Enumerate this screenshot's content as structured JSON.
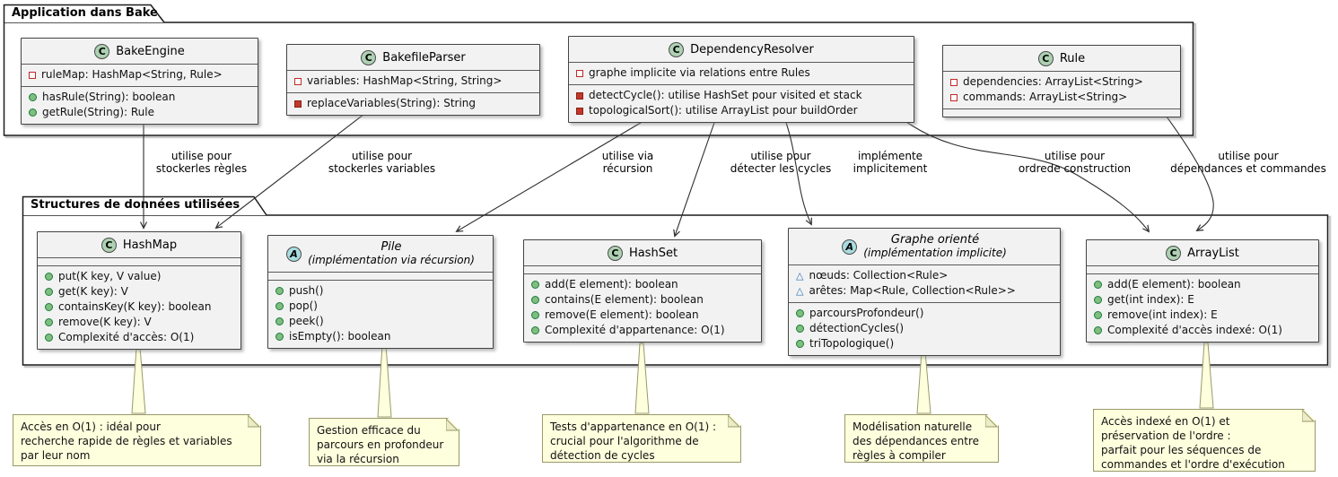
{
  "colors": {
    "class_bg": "#F2F2F2",
    "class_border": "#434343",
    "class_circle_bg": "#ADD1B2",
    "abstract_circle_bg": "#A9DCDF",
    "note_bg": "#FEFFDD",
    "note_border": "#99996A",
    "public_icon": "#7FBE7F",
    "private_icon": "#C0392B",
    "package_field_icon": "#2C72B0",
    "edge_line": "#2F2F2F"
  },
  "packages": [
    {
      "title": "Application dans Bake"
    },
    {
      "title": "Structures de données utilisées"
    }
  ],
  "classes": {
    "bakeengine": {
      "stereo": "C",
      "name": "BakeEngine",
      "attrs": [
        {
          "vis": "private-field",
          "text": "ruleMap: HashMap<String, Rule>"
        }
      ],
      "methods": [
        {
          "vis": "public-method",
          "text": "hasRule(String): boolean"
        },
        {
          "vis": "public-method",
          "text": "getRule(String): Rule"
        }
      ]
    },
    "bakefileparser": {
      "stereo": "C",
      "name": "BakefileParser",
      "attrs": [
        {
          "vis": "private-field",
          "text": "variables: HashMap<String, String>"
        }
      ],
      "methods": [
        {
          "vis": "private-method",
          "text": "replaceVariables(String): String"
        }
      ]
    },
    "dependencyresolver": {
      "stereo": "C",
      "name": "DependencyResolver",
      "attrs": [
        {
          "vis": "private-field",
          "text": "graphe implicite via relations entre Rules"
        }
      ],
      "methods": [
        {
          "vis": "private-method",
          "text": "detectCycle(): utilise HashSet pour visited et stack"
        },
        {
          "vis": "private-method",
          "text": "topologicalSort(): utilise ArrayList pour buildOrder"
        }
      ]
    },
    "rule": {
      "stereo": "C",
      "name": "Rule",
      "attrs": [
        {
          "vis": "private-field",
          "text": "dependencies: ArrayList<String>"
        },
        {
          "vis": "private-field",
          "text": "commands: ArrayList<String>"
        }
      ],
      "methods": []
    },
    "hashmap": {
      "stereo": "C",
      "name": "HashMap",
      "attrs": [],
      "methods": [
        {
          "vis": "public-method",
          "text": "put(K key, V value)"
        },
        {
          "vis": "public-method",
          "text": "get(K key): V"
        },
        {
          "vis": "public-method",
          "text": "containsKey(K key): boolean"
        },
        {
          "vis": "public-method",
          "text": "remove(K key): V"
        },
        {
          "vis": "public-method",
          "text": "Complexité d'accès: O(1)"
        }
      ]
    },
    "pile": {
      "stereo": "A",
      "name": "Pile",
      "subtitle": "(implémentation via récursion)",
      "attrs": [],
      "methods": [
        {
          "vis": "public-method",
          "text": "push()"
        },
        {
          "vis": "public-method",
          "text": "pop()"
        },
        {
          "vis": "public-method",
          "text": "peek()"
        },
        {
          "vis": "public-method",
          "text": "isEmpty(): boolean"
        }
      ]
    },
    "hashset": {
      "stereo": "C",
      "name": "HashSet",
      "attrs": [],
      "methods": [
        {
          "vis": "public-method",
          "text": "add(E element): boolean"
        },
        {
          "vis": "public-method",
          "text": "contains(E element): boolean"
        },
        {
          "vis": "public-method",
          "text": "remove(E element): boolean"
        },
        {
          "vis": "public-method",
          "text": "Complexité d'appartenance: O(1)"
        }
      ]
    },
    "graphe": {
      "stereo": "A",
      "name": "Graphe orienté",
      "subtitle": "(implémentation implicite)",
      "attrs": [
        {
          "vis": "package-field",
          "text": "nœuds: Collection<Rule>"
        },
        {
          "vis": "package-field",
          "text": "arêtes: Map<Rule, Collection<Rule>>"
        }
      ],
      "methods": [
        {
          "vis": "public-method",
          "text": "parcoursProfondeur()"
        },
        {
          "vis": "public-method",
          "text": "détectionCycles()"
        },
        {
          "vis": "public-method",
          "text": "triTopologique()"
        }
      ]
    },
    "arraylist": {
      "stereo": "C",
      "name": "ArrayList",
      "attrs": [],
      "methods": [
        {
          "vis": "public-method",
          "text": "add(E element): boolean"
        },
        {
          "vis": "public-method",
          "text": "get(int index): E"
        },
        {
          "vis": "public-method",
          "text": "remove(int index): E"
        },
        {
          "vis": "public-method",
          "text": "Complexité d'accès indexé: O(1)"
        }
      ]
    }
  },
  "edges": [
    {
      "label": "utilise pour\nstockerles règles"
    },
    {
      "label": "utilise pour\nstockerles variables"
    },
    {
      "label": "utilise via\nrécursion"
    },
    {
      "label": "utilise pour\ndétecter les cycles"
    },
    {
      "label": "implémente\nimplicitement"
    },
    {
      "label": "utilise pour\nordrede construction"
    },
    {
      "label": "utilise pour\ndépendances et commandes"
    }
  ],
  "notes": [
    {
      "text": "Accès en O(1) : idéal pour\nrecherche rapide de règles et variables\npar leur nom"
    },
    {
      "text": "Gestion efficace du\nparcours en profondeur\nvia la récursion"
    },
    {
      "text": "Tests d'appartenance en O(1) :\ncrucial pour l'algorithme de\ndétection de cycles"
    },
    {
      "text": "Modélisation naturelle\ndes dépendances entre\nrègles à compiler"
    },
    {
      "text": "Accès indexé en O(1) et\npréservation de l'ordre :\nparfait pour les séquences de\ncommandes et l'ordre d'exécution"
    }
  ]
}
